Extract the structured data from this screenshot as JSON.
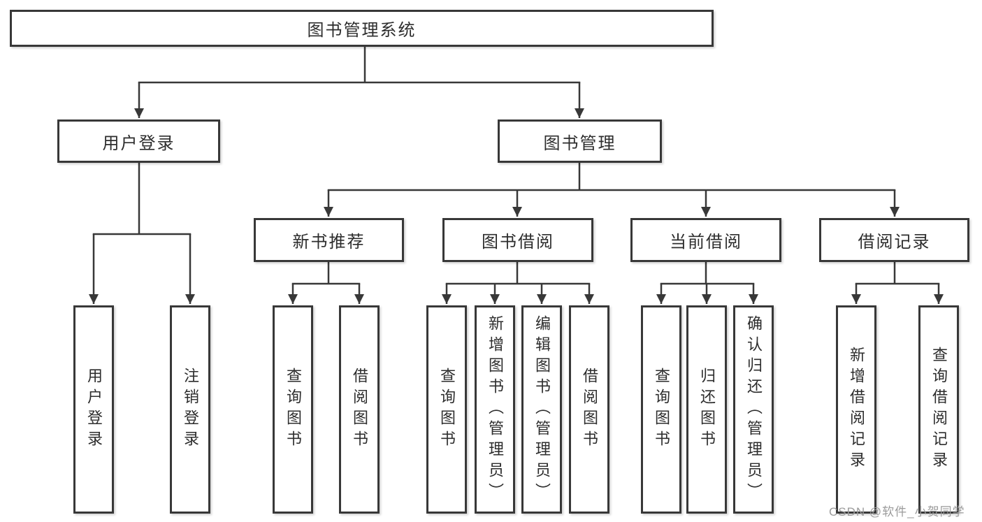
{
  "diagram": {
    "title": "图书管理系统",
    "colors": {
      "line": "#383838",
      "box_border": "#383838",
      "box_fill": "#ffffff",
      "text": "#2d2d2d",
      "watermark": "#9b9b9b",
      "background": "#ffffff"
    },
    "root": {
      "label": "图书管理系统"
    },
    "level1": [
      {
        "label": "用户登录"
      },
      {
        "label": "图书管理"
      }
    ],
    "level2": [
      {
        "label": "新书推荐"
      },
      {
        "label": "图书借阅"
      },
      {
        "label": "当前借阅"
      },
      {
        "label": "借阅记录"
      }
    ],
    "leaves": [
      {
        "label": "用户登录"
      },
      {
        "label": "注销登录"
      },
      {
        "label": "查询图书"
      },
      {
        "label": "借阅图书"
      },
      {
        "label": "查询图书"
      },
      {
        "label": "新增图书（管理员）"
      },
      {
        "label": "编辑图书（管理员）"
      },
      {
        "label": "借阅图书"
      },
      {
        "label": "查询图书"
      },
      {
        "label": "归还图书"
      },
      {
        "label": "确认归还（管理员）"
      },
      {
        "label": "新增借阅记录"
      },
      {
        "label": "查询借阅记录"
      }
    ],
    "watermark": "CSDN @软件_小贺同学"
  }
}
